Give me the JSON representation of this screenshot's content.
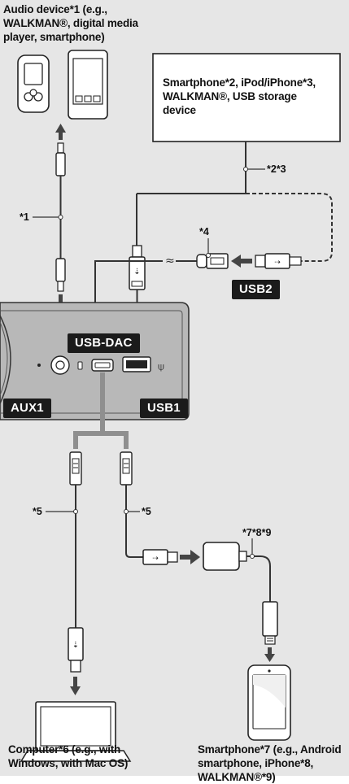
{
  "labels": {
    "audio_device": [
      "Audio device*1 (e.g.,",
      "WALKMAN®, digital media",
      "player, smartphone)"
    ],
    "smartphone_ipod": [
      "Smartphone*2, iPod/iPhone*3,",
      "WALKMAN®, USB storage",
      "device"
    ],
    "computer": [
      "Computer*6 (e.g., with",
      "Windows, with Mac OS)"
    ],
    "smartphone_android": [
      "Smartphone*7 (e.g., Android",
      "smartphone, iPhone*8,",
      "WALKMAN®*9)"
    ]
  },
  "callouts": {
    "n1": "*1",
    "n23": "*2*3",
    "n4": "*4",
    "n5_left": "*5",
    "n5_right": "*5",
    "n789": "*7*8*9"
  },
  "tags": {
    "usb2": "USB2",
    "usb_dac": "USB-DAC",
    "aux1": "AUX1",
    "usb1": "USB1"
  },
  "colors": {
    "panel": "#e6e6e6",
    "unit": "#b8b8b8",
    "tag": "#1b1b1b",
    "line": "#333333"
  }
}
